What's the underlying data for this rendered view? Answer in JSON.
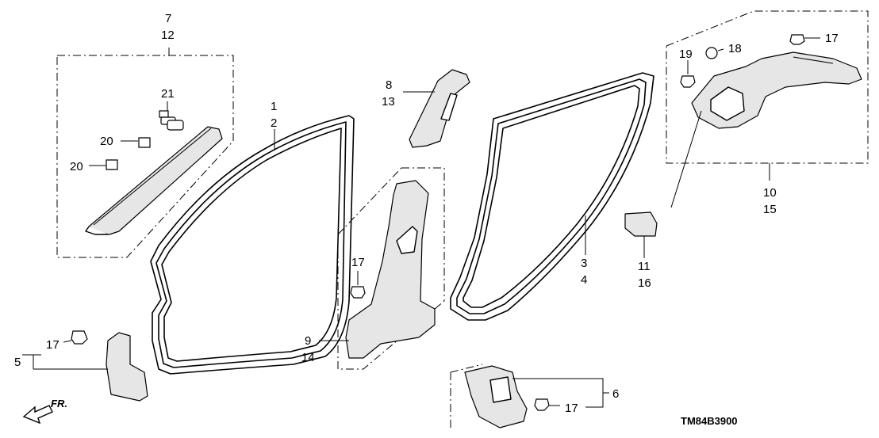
{
  "diagram_code": "TM84B3900",
  "direction_label": "FR.",
  "callouts": {
    "c1": "1",
    "c2": "2",
    "c3": "3",
    "c4": "4",
    "c5": "5",
    "c6": "6",
    "c7": "7",
    "c8": "8",
    "c9": "9",
    "c10": "10",
    "c11": "11",
    "c12": "12",
    "c13": "13",
    "c14": "14",
    "c15": "15",
    "c16": "16",
    "c17": "17",
    "c18": "18",
    "c19": "19",
    "c20": "20",
    "c21": "21"
  }
}
